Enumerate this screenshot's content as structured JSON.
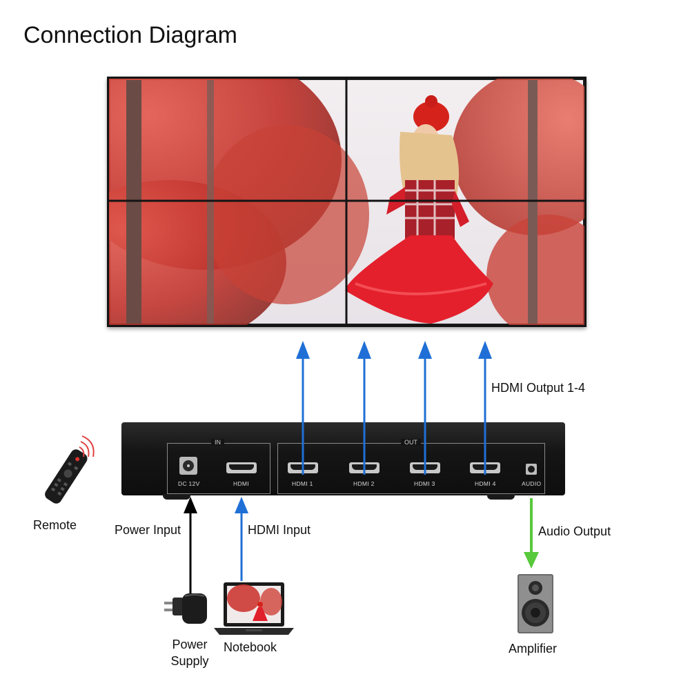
{
  "title": "Connection Diagram",
  "labels": {
    "hdmi_output": "HDMI Output 1-4",
    "remote": "Remote",
    "power_input": "Power Input",
    "hdmi_input": "HDMI Input",
    "audio_output": "Audio Output",
    "power_supply_line1": "Power",
    "power_supply_line2": "Supply",
    "notebook": "Notebook",
    "amplifier": "Amplifier"
  },
  "device": {
    "in_group": "IN",
    "out_group": "OUT",
    "ports": {
      "dc": "DC 12V",
      "hdmi_in": "HDMI",
      "hdmi1": "HDMI  1",
      "hdmi2": "HDMI  2",
      "hdmi3": "HDMI  3",
      "hdmi4": "HDMI  4",
      "audio": "AUDIO"
    }
  },
  "colors": {
    "hdmi_arrow": "#1f6fd6",
    "audio_arrow": "#58c83c",
    "power_line": "#000000"
  }
}
